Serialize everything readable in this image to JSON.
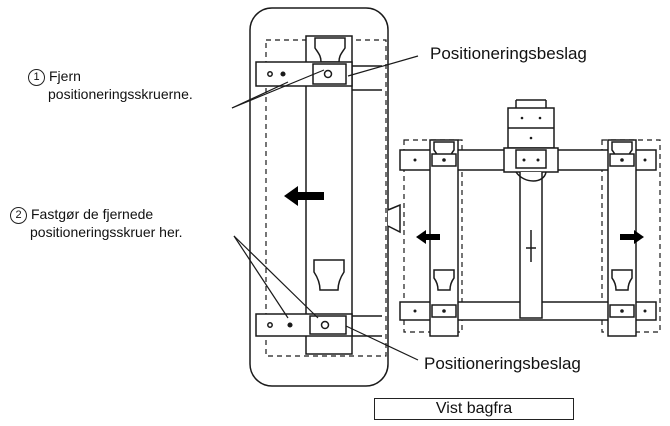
{
  "callouts": {
    "top_bracket": "Positioneringsbeslag",
    "bottom_bracket": "Positioneringsbeslag"
  },
  "steps": [
    {
      "number": "1",
      "lines": [
        "Fjern",
        "positioneringsskruerne."
      ]
    },
    {
      "number": "2",
      "lines": [
        "Fastgør de fjernede",
        "positioneringsskruer her."
      ]
    }
  ],
  "view_label": "Vist bagfra",
  "colors": {
    "line": "#1a1a1a",
    "fill": "#ffffff",
    "arrow": "#000000"
  }
}
